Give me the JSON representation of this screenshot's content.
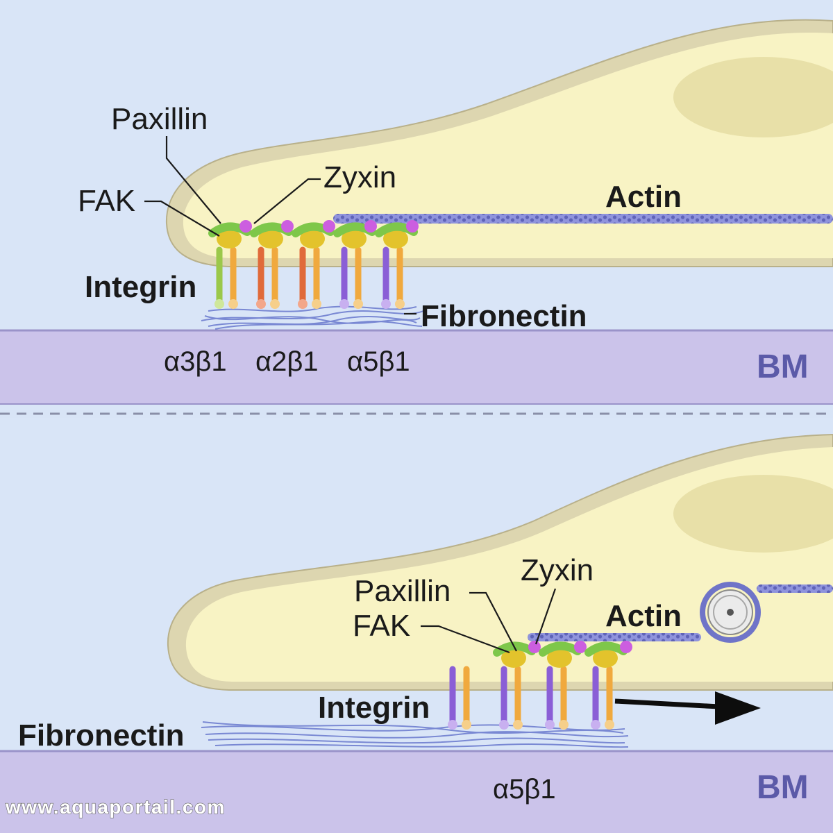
{
  "colors": {
    "background": "#d8e4f6",
    "cell_fill": "#f8f3c4",
    "cell_membrane": "#ddd6b0",
    "nucleus": "#e8e0a8",
    "basement_membrane": "#cbc3ea",
    "fibronectin": "#6f7fd0",
    "actin": "#6f74c8",
    "integrin_alpha3": "#9bc84a",
    "integrin_alpha2": "#e06a3a",
    "integrin_alpha5": "#8a5ed6",
    "integrin_beta1": "#f0a93e",
    "fak": "#e3c32c",
    "paxillin": "#7ec74a",
    "zyxin": "#cc5ee0",
    "bm_label": "#5b5aa8"
  },
  "top_panel": {
    "labels": {
      "paxillin": "Paxillin",
      "zyxin": "Zyxin",
      "fak": "FAK",
      "actin": "Actin",
      "integrin": "Integrin",
      "fibronectin": "Fibronectin",
      "bm": "BM"
    },
    "integrin_types": [
      "α3β1",
      "α2β1",
      "α5β1"
    ]
  },
  "bottom_panel": {
    "labels": {
      "zyxin": "Zyxin",
      "paxillin": "Paxillin",
      "fak": "FAK",
      "actin": "Actin",
      "integrin": "Integrin",
      "fibronectin": "Fibronectin",
      "bm": "BM"
    },
    "integrin_types": [
      "α5β1"
    ]
  },
  "watermark": "www.aquaportail.com"
}
